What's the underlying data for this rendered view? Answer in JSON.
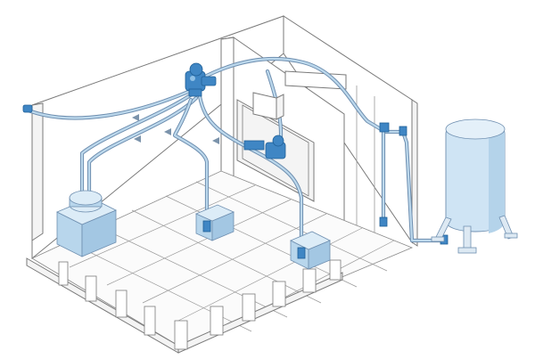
{
  "colors": {
    "pipe": "#6f8fb0",
    "pipe_highlight": "#bcd8ec",
    "equipment": "#3f86c4",
    "tank": "#cfe4f4",
    "wall_line": "#7a7a7a"
  },
  "components": [
    "central-vacuum-unit",
    "suction-pipe-network",
    "collector-bin-large",
    "collector-bin-small-left",
    "collector-bin-small-right",
    "control-panel",
    "air-receiver-tank"
  ]
}
